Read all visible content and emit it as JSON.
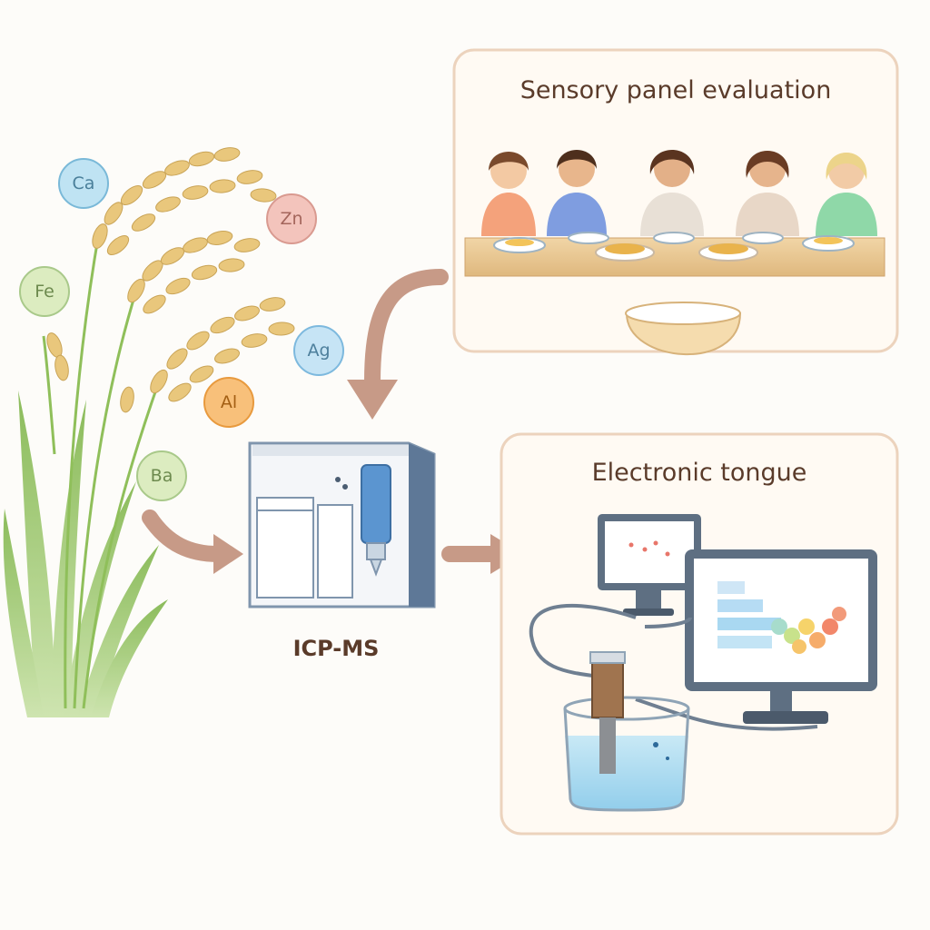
{
  "sensory_panel": {
    "title": "Sensory panel evaluation"
  },
  "icp_ms": {
    "label": "ICP-MS"
  },
  "electronic_tongue": {
    "title": "Electronic tongue"
  },
  "elements": [
    {
      "symbol": "Ca",
      "fill": "#bfe3f3",
      "stroke": "#7ab9d8",
      "text": "#4a7f9a"
    },
    {
      "symbol": "Zn",
      "fill": "#f3c4bc",
      "stroke": "#d99a90",
      "text": "#a4665c"
    },
    {
      "symbol": "Fe",
      "fill": "#dcecc0",
      "stroke": "#a9c98a",
      "text": "#6d8a4e"
    },
    {
      "symbol": "Ag",
      "fill": "#c6e4f5",
      "stroke": "#7db9de",
      "text": "#4d7f9c"
    },
    {
      "symbol": "Al",
      "fill": "#f8c07a",
      "stroke": "#e89a3e",
      "text": "#a35f14"
    },
    {
      "symbol": "Ba",
      "fill": "#dcecc0",
      "stroke": "#a9c98a",
      "text": "#6d8a4e"
    }
  ],
  "colors": {
    "arrow": "#c79a87",
    "panel_border": "#ecd3bd",
    "panel_fill": "#fffaf3",
    "title_text": "#5a3b2a"
  }
}
